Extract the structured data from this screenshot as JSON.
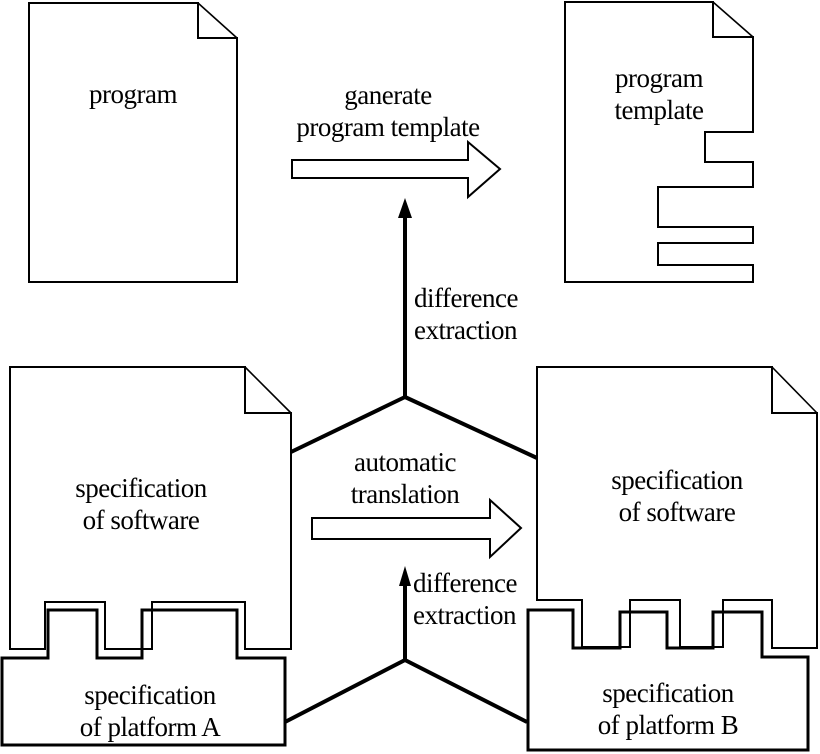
{
  "figure": {
    "background": "#ffffff",
    "line_color": "#000000",
    "nodes": {
      "program_doc": {
        "lines": [
          "program"
        ]
      },
      "program_template_doc": {
        "lines": [
          "program",
          "template"
        ]
      },
      "spec_software_a": {
        "lines": [
          "specification",
          "of software"
        ]
      },
      "spec_software_b": {
        "lines": [
          "specification",
          "of software"
        ]
      },
      "platform_a": {
        "lines": [
          "specification",
          "of platform A"
        ]
      },
      "platform_b": {
        "lines": [
          "specification",
          "of platform B"
        ]
      }
    },
    "labels": {
      "generate_arrow": {
        "lines": [
          "ganerate",
          "program template"
        ]
      },
      "translate_arrow": {
        "lines": [
          "automatic",
          "translation"
        ]
      },
      "diff_extraction_top": {
        "lines": [
          "difference",
          "extraction"
        ]
      },
      "diff_extraction_bottom": {
        "lines": [
          "difference",
          "extraction"
        ]
      }
    }
  }
}
